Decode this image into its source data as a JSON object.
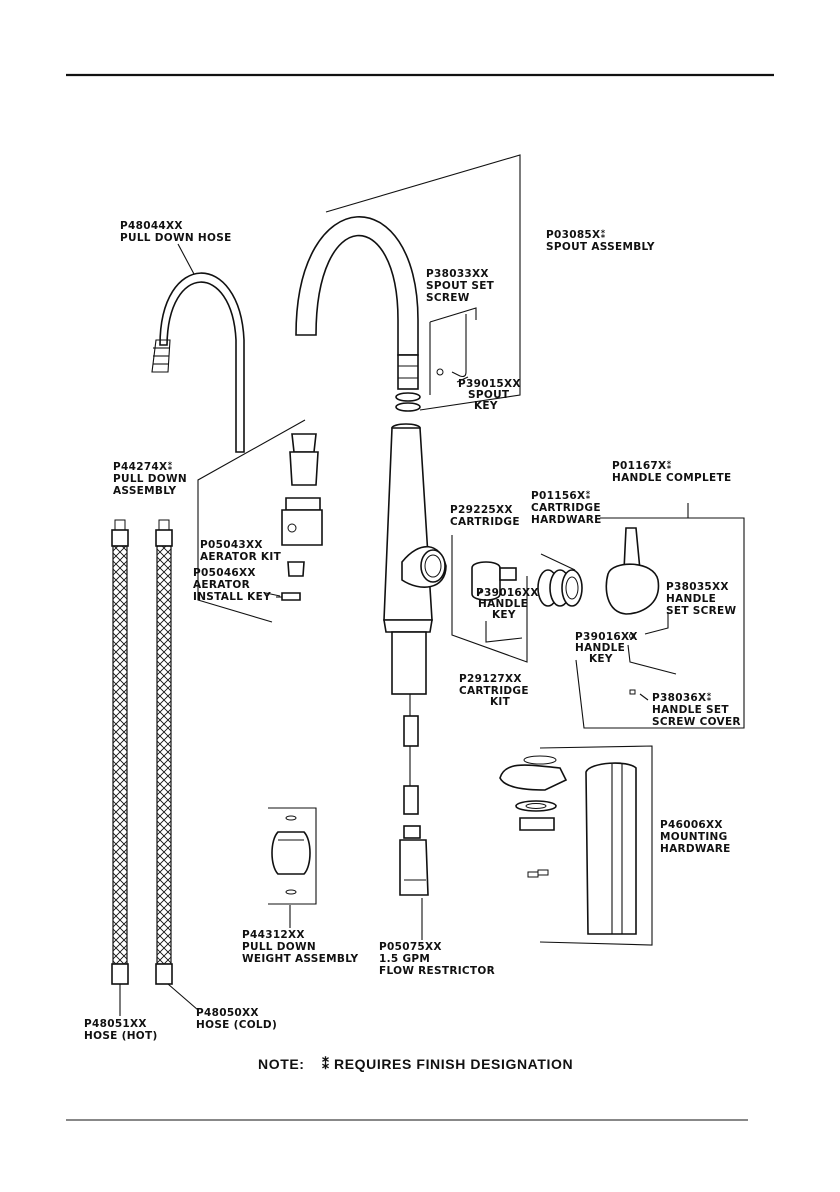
{
  "parts": {
    "pull_down_hose": {
      "number": "P48044XX",
      "desc": "PULL DOWN HOSE"
    },
    "spout_assembly": {
      "number": "P03085X",
      "desc": "SPOUT ASSEMBLY"
    },
    "spout_set_screw": {
      "number": "P38033XX",
      "desc1": "SPOUT SET",
      "desc2": "SCREW"
    },
    "spout_key": {
      "number": "P39015XX",
      "desc1": "SPOUT",
      "desc2": "KEY"
    },
    "pull_down_assembly": {
      "number": "P44274X",
      "desc1": "PULL DOWN",
      "desc2": "ASSEMBLY"
    },
    "aerator_kit": {
      "number": "P05043XX",
      "desc": "AERATOR KIT"
    },
    "aerator_install_key": {
      "number": "P05046XX",
      "desc1": "AERATOR",
      "desc2": "INSTALL KEY"
    },
    "handle_complete": {
      "number": "P01167X",
      "desc": "HANDLE COMPLETE"
    },
    "cartridge_hardware": {
      "number": "P01156X",
      "desc1": "CARTRIDGE",
      "desc2": "HARDWARE"
    },
    "cartridge": {
      "number": "P29225XX",
      "desc": "CARTRIDGE"
    },
    "handle_key_1": {
      "number": "P39016XX",
      "desc1": "HANDLE",
      "desc2": "KEY"
    },
    "cartridge_kit": {
      "number": "P29127XX",
      "desc1": "CARTRIDGE",
      "desc2": "KIT"
    },
    "handle_set_screw": {
      "number": "P38035XX",
      "desc1": "HANDLE",
      "desc2": "SET SCREW"
    },
    "handle_key_2": {
      "number": "P39016XX",
      "desc1": "HANDLE",
      "desc2": "KEY"
    },
    "handle_set_screw_cover": {
      "number": "P38036X",
      "desc1": "HANDLE SET",
      "desc2": "SCREW COVER"
    },
    "mounting_hardware": {
      "number": "P46006XX",
      "desc1": "MOUNTING",
      "desc2": "HARDWARE"
    },
    "weight_assembly": {
      "number": "P44312XX",
      "desc1": "PULL DOWN",
      "desc2": "WEIGHT ASSEMBLY"
    },
    "flow_restrictor": {
      "number": "P05075XX",
      "desc1": "1.5 GPM",
      "desc2": "FLOW RESTRICTOR"
    },
    "hose_hot": {
      "number": "P48051XX",
      "desc": "HOSE (HOT)"
    },
    "hose_cold": {
      "number": "P48050XX",
      "desc": "HOSE (COLD)"
    }
  },
  "finish_mark": "⁑",
  "note": {
    "prefix": "NOTE:",
    "text": "REQUIRES FINISH DESIGNATION"
  }
}
